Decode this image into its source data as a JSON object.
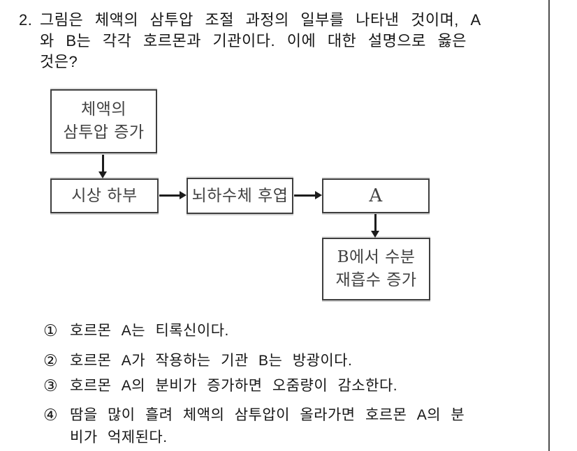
{
  "colors": {
    "ink": "#1c1c1c",
    "box_border": "#3e3e3e",
    "box_text": "#424242"
  },
  "question": {
    "number": "2.",
    "lines": [
      "그림은 체액의 삼투압 조절 과정의 일부를 나타낸 것이며, A",
      "와 B는 각각 호르몬과 기관이다. 이에 대한 설명으로 옳은",
      "것은?"
    ]
  },
  "diagram": {
    "boxes": [
      {
        "id": "stimulus",
        "lines": [
          "체액의",
          "삼투압 증가"
        ]
      },
      {
        "id": "hypothalamus",
        "label": "시상 하부"
      },
      {
        "id": "posterior-pituitary",
        "label": "뇌하수체 후엽"
      },
      {
        "id": "hormone-a",
        "label": "A"
      },
      {
        "id": "organ-b",
        "lines": [
          "B에서 수분",
          "재흡수 증가"
        ]
      }
    ],
    "arrows": [
      {
        "from": "체액의 삼투압 증가",
        "to": "시상 하부",
        "direction": "down"
      },
      {
        "from": "시상 하부",
        "to": "뇌하수체 후엽",
        "direction": "right"
      },
      {
        "from": "뇌하수체 후엽",
        "to": "A",
        "direction": "right"
      },
      {
        "from": "A",
        "to": "B에서 수분 재흡수 증가",
        "direction": "down"
      }
    ]
  },
  "options": [
    {
      "marker": "①",
      "lines": [
        "호르몬 A는 티록신이다."
      ]
    },
    {
      "marker": "②",
      "lines": [
        "호르몬 A가 작용하는 기관 B는 방광이다."
      ]
    },
    {
      "marker": "③",
      "lines": [
        "호르몬 A의 분비가 증가하면 오줌량이 감소한다."
      ]
    },
    {
      "marker": "④",
      "lines": [
        "땀을 많이 흘려 체액의 삼투압이 올라가면 호르몬 A의 분",
        "비가 억제된다."
      ]
    }
  ]
}
